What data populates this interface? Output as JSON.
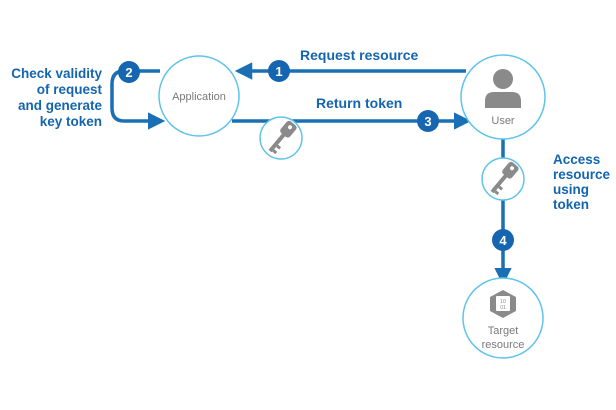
{
  "nodes": {
    "application": "Application",
    "user": "User",
    "target_line1": "Target",
    "target_line2": "resource"
  },
  "steps": {
    "step1": "1",
    "step2": "2",
    "step3": "3",
    "step4": "4"
  },
  "labels": {
    "request_resource": "Request resource",
    "return_token": "Return token",
    "check_line1": "Check validity",
    "check_line2": "of request",
    "check_line3": "and generate",
    "check_line4": "key token",
    "access_line1": "Access",
    "access_line2": "resource",
    "access_line3": "using",
    "access_line4": "token"
  },
  "icons": {
    "user": "user-icon",
    "key": "key-icon",
    "resource": "resource-icon"
  },
  "colors": {
    "flow_blue": "#1a6fb5",
    "badge_blue": "#1565b0",
    "label_blue": "#1465b0",
    "circle_border": "#5fc3ea",
    "icon_gray": "#8a8a8a",
    "text_gray": "#7a7a7a"
  }
}
